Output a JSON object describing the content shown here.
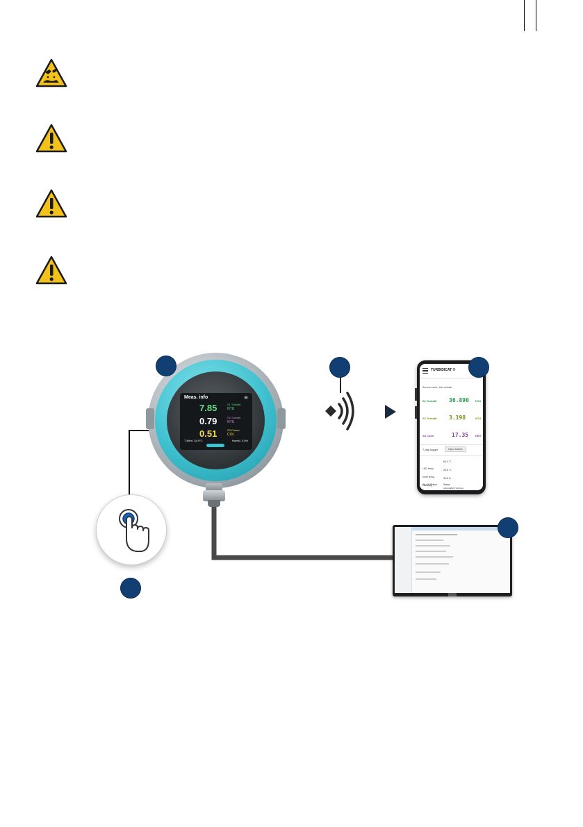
{
  "icons": {
    "hazard_1": "corrosive-hazard-icon",
    "hazard_2": "warning-icon",
    "hazard_3": "warning-icon",
    "hazard_4": "warning-icon"
  },
  "colors": {
    "badge": "#123f73",
    "warning_yellow": "#f2c21b",
    "ring_cyan": "#3fc0cf",
    "cable": "#4a4a4a"
  },
  "device_screen": {
    "title": "Meas. info",
    "rows": [
      {
        "value": "7.85",
        "label": "S1 Turbidit",
        "unit": "NTU",
        "color": "#6fdc8c"
      },
      {
        "value": "0.79",
        "label": "S2 Turbidit",
        "unit": "NTU",
        "color": "#ffffff"
      },
      {
        "value": "0.51",
        "label": "S3 Colour",
        "unit": "COL",
        "color": "#f3e05a"
      }
    ],
    "footer_left": "T-Wtrd. 34.9°C",
    "footer_right": "Humid. 0.0%"
  },
  "phone": {
    "app_title": "TURBIDICAT ®",
    "mode_line": "Service mode | Idle ventaal",
    "readings": [
      {
        "label": "S1 Turbidit",
        "value": "36.890",
        "unit": "NTU",
        "color": "#1f9a4a"
      },
      {
        "label": "S2 Turbidit",
        "value": "3.198",
        "unit": "NTU",
        "color": "#7a8a12"
      },
      {
        "label": "S3 Color",
        "value": "17.35",
        "unit": "DEG",
        "color": "#8a3fa8"
      }
    ],
    "logger_label": "7-day logger",
    "logger_button": "Open archive",
    "stats": [
      {
        "label": "LED temp.",
        "value": "65.0 °C"
      },
      {
        "label": "Inner temp.",
        "value": "26.8 °C"
      },
      {
        "label": "Humidity",
        "value": "39.8 %"
      }
    ],
    "wlan_label": "WLAN Status",
    "wlan_value": "Status",
    "wlan_sub": "turbicat2020 TurbiCat"
  }
}
